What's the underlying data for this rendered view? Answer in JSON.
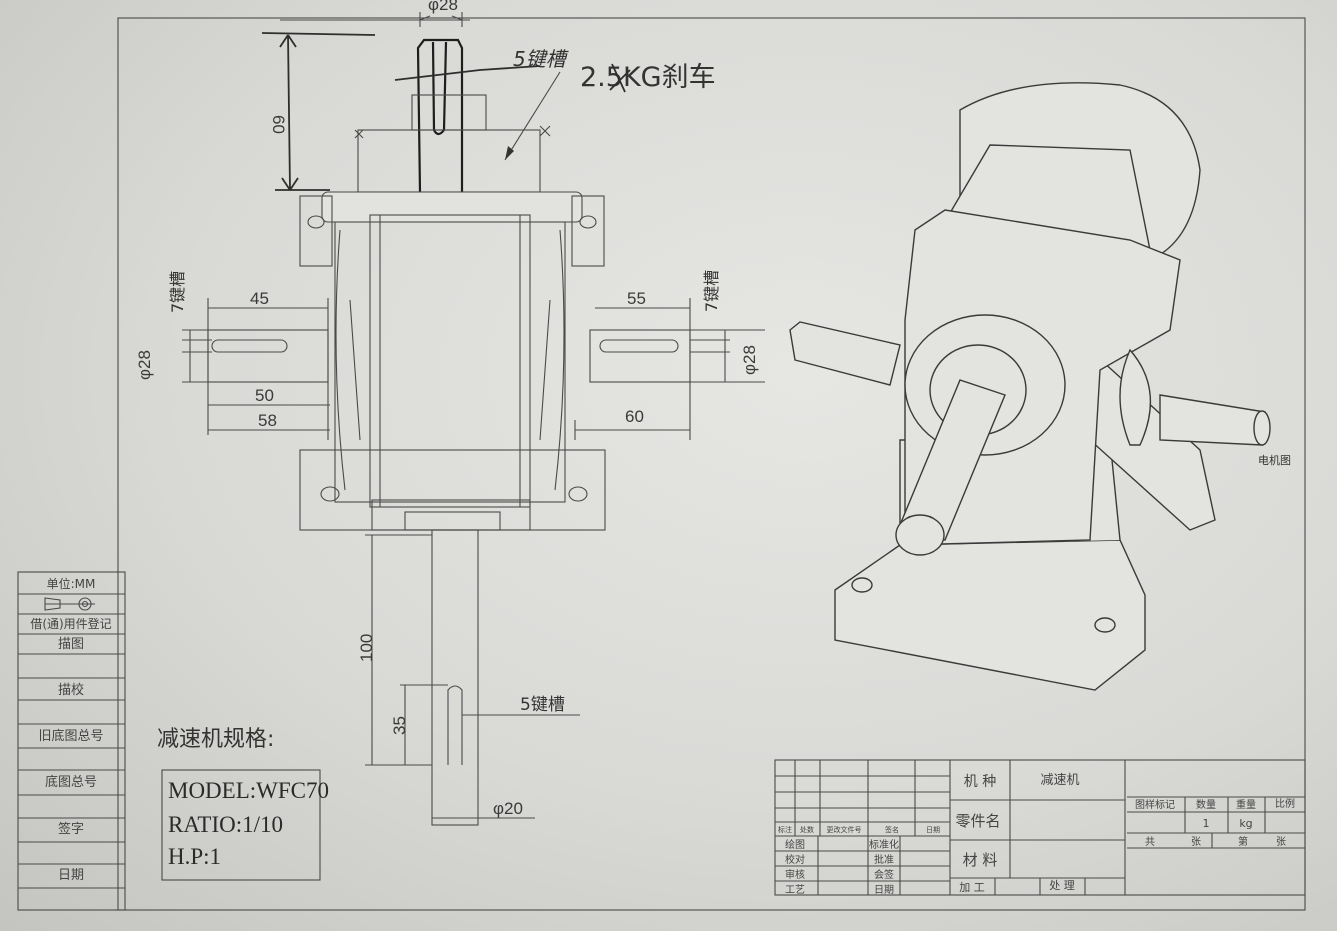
{
  "top_view": {
    "dim_diameter": "φ28",
    "dim_height": "60",
    "keyway": "5键槽",
    "brake": "2.5KG刹车"
  },
  "left_shaft": {
    "keyway": "7键槽",
    "diameter": "φ28",
    "dim_a": "45",
    "dim_b": "50",
    "dim_c": "58"
  },
  "right_shaft": {
    "keyway": "7键槽",
    "diameter": "φ28",
    "dim_a": "55",
    "dim_b": "60"
  },
  "bottom_shaft": {
    "length": "100",
    "key_length": "35",
    "keyway": "5键槽",
    "diameter": "φ20"
  },
  "spec": {
    "heading": "减速机规格:",
    "model": "MODEL:WFC70",
    "ratio": "RATIO:1/10",
    "hp": "H.P:1"
  },
  "watermark": "电机图",
  "sidebar": {
    "unit": "单位:MM",
    "borrowed": "借(通)用件登记",
    "trace": "描图",
    "trace_check": "描校",
    "old_base_no": "旧底图总号",
    "base_no": "底图总号",
    "signature": "签字",
    "date": "日期"
  },
  "title_block": {
    "revision_headers": [
      "标注",
      "处数",
      "更改文件号",
      "签名",
      "日期"
    ],
    "roles_left": [
      "绘图",
      "校对",
      "审核",
      "工艺"
    ],
    "roles_right": [
      "标准化",
      "批准",
      "会签",
      "日期"
    ],
    "machine_type_label": "机 种",
    "machine_type_value": "减速机",
    "part_name_label": "零件名",
    "material_label": "材 料",
    "processing_label": "加 工",
    "treatment_label": "处 理",
    "info_headers": [
      "图样标记",
      "数量",
      "重量",
      "比例"
    ],
    "quantity": "1",
    "weight_unit": "kg",
    "sheets": [
      "共",
      "张",
      "第",
      "张"
    ]
  }
}
